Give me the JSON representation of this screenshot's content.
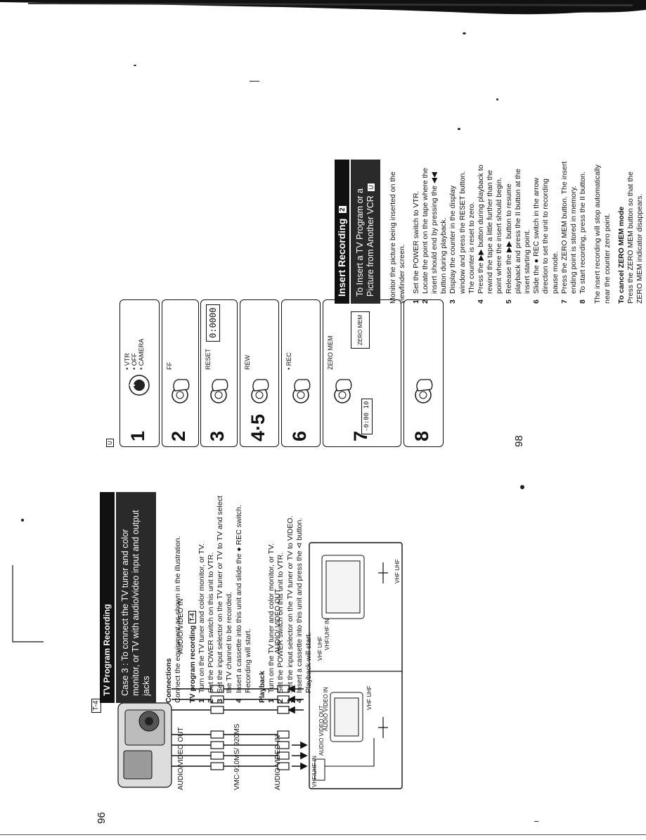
{
  "left_page": {
    "figure_tag": "T-4",
    "section_title": "TV Program Recording",
    "case_text": "Case 3 : To connect the TV tuner and color monitor, or TV with audio/video input and output jacks",
    "connections_heading": "Connections",
    "connections_text": "Connect the equipment as shown in the illustration.",
    "tvrec_heading": "TV program recording",
    "tvrec_ref": "T-4",
    "tvrec_steps": [
      {
        "n": "1",
        "text": "Turn on the TV tuner and color monitor, or TV."
      },
      {
        "n": "2",
        "text": "Set the POWER switch on this unit to VTR."
      },
      {
        "n": "3",
        "text": "Set the input selector on the TV tuner or TV to TV and select the TV channel to be recorded."
      },
      {
        "n": "4",
        "text": "Insert a cassette into this unit and slide the ● REC switch. Recording will start."
      }
    ],
    "playback_heading": "Playback",
    "playback_steps": [
      {
        "n": "1",
        "text": "Turn on the TV tuner and color monitor, or TV."
      },
      {
        "n": "2",
        "text": "Set the POWER switch on this unit to VTR."
      },
      {
        "n": "3",
        "text": "Set the input selector on the TV tuner or TV to VIDEO."
      },
      {
        "n": "4",
        "text": "Insert a cassette into this unit and press the ⊲ button. Playback will start."
      }
    ],
    "diagram_labels": {
      "av_out": "AUDIO/VIDEO OUT",
      "av_in": "AUDIO/VIDEO IN",
      "model": "VMC-910MS/ 920MS",
      "audio_video_in": "AUDIO VIDEO IN",
      "audio_video_out": "AUDIO/ VIDEO OUT",
      "vhf_uhf_in": "VHF/UHF IN",
      "tuner_av_out": "AUDIO VIDEO OUT",
      "tuner_av_in": "AUDIO VIDEO IN",
      "vhf_uhf_1": "VHF UHF",
      "vhf_uhf_2": "VHF UHF",
      "vhf_uhf_3": "VHF/UHF IN",
      "vhf_uhf_4": "VHF UHF"
    },
    "page_number": "96"
  },
  "right_page": {
    "section_title": "Insert Recording",
    "section_title_badge": "2",
    "subtitle": "To Insert a TV Program or a Picture from Another VCR",
    "subtitle_badge": "U",
    "intro": "Monitor the picture being inserted on the viewfinder screen.",
    "steps": [
      {
        "n": "1",
        "text": "Set the POWER switch to VTR."
      },
      {
        "n": "2",
        "text": "Locate the point on the tape where the insert should end by pressing the ◀◀ button during playback."
      },
      {
        "n": "3",
        "text": "Display the counter in the display window and press the RESET button. The counter is reset to zero."
      },
      {
        "n": "4",
        "text": "Press the ▶▶ button during playback to rewind the tape a little further than the point where the insert should begin."
      },
      {
        "n": "5",
        "text": "Release the ▶▶ button to resume playback and press the II button at the insert starting point."
      },
      {
        "n": "6",
        "text": "Slide the ● REC switch in the arrow direction to set the unit to recording pause mode."
      },
      {
        "n": "7",
        "text": "Press the ZERO MEM button. The insert ending point is stored in memory."
      },
      {
        "n": "8",
        "text": "To start recording, press the II button."
      }
    ],
    "auto_stop_text": "The insert recording will stop automatically near the counter zero point.",
    "cancel_heading": "To cancel ZERO MEM mode",
    "cancel_text": "Press the ZERO MEM button so that the ZERO MEM indicator disappears.",
    "page_number": "98"
  },
  "step_panels": {
    "tag": "U",
    "panels": [
      {
        "num": "1",
        "labels": [
          "• VTR",
          "• OFF",
          "• CAMERA"
        ]
      },
      {
        "num": "2",
        "labels": [
          "FF"
        ]
      },
      {
        "num": "3",
        "labels": [
          "RESET"
        ],
        "counter": "0:0000"
      },
      {
        "num": "4·5",
        "labels": [
          "REW"
        ]
      },
      {
        "num": "6",
        "labels": [
          "• REC"
        ]
      },
      {
        "num": "7",
        "labels": [
          "ZERO MEM"
        ],
        "display_a": "-0:00 10",
        "display_b": "ZERO MEM"
      },
      {
        "num": "8",
        "labels": []
      }
    ]
  }
}
